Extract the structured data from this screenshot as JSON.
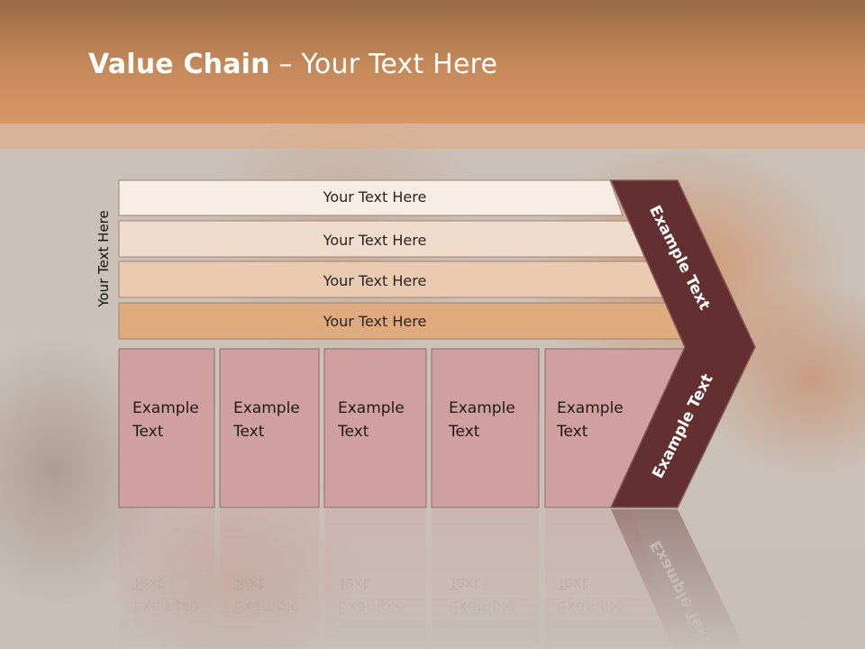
{
  "slide": {
    "title_bold": "Value Chain",
    "title_rest": " – Your Text Here",
    "side_label": "Your Text Here",
    "bars": [
      {
        "label": "Your Text Here",
        "color": "#f7ede5"
      },
      {
        "label": "Your Text Here",
        "color": "#f0dccc"
      },
      {
        "label": "Your Text Here",
        "color": "#eacab0"
      },
      {
        "label": "Your Text Here",
        "color": "#dfaa7e"
      }
    ],
    "boxes": [
      {
        "line1": "Example",
        "line2": "Text"
      },
      {
        "line1": "Example",
        "line2": "Text"
      },
      {
        "line1": "Example",
        "line2": "Text"
      },
      {
        "line1": "Example",
        "line2": "Text"
      },
      {
        "line1": "Example",
        "line2": "Text"
      }
    ],
    "chevron_top_label": "Example Text",
    "chevron_bottom_label": "Example Text",
    "colors": {
      "box_fill": "#d09fa0",
      "chevron_fill": "#642f30",
      "header": "#c6895a"
    }
  }
}
